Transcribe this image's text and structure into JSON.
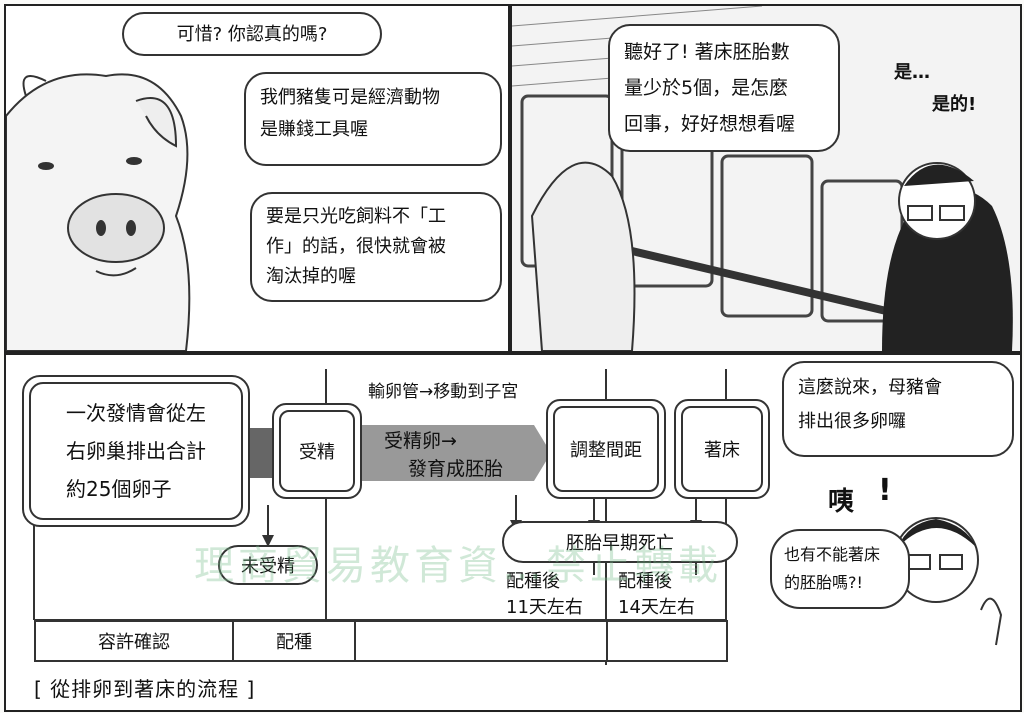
{
  "panel1": {
    "bubble_top": "可惜? 你認真的嗎?",
    "bubble_mid": [
      "我們豬隻可是經濟動物",
      "是賺錢工具喔"
    ],
    "bubble_low": [
      "要是只光吃飼料不「工",
      "作」的話，很快就會被",
      "淘汰掉的喔"
    ]
  },
  "panel2": {
    "bubble": [
      "聽好了! 著床胚胎數",
      "量少於5個，是怎麼",
      "回事，好好想想看喔"
    ],
    "reply_1": "是…",
    "reply_2": "是的!"
  },
  "flow": {
    "top_label": "輸卵管→移動到子宮",
    "start_box": [
      "一次發情會從左",
      "右卵巢排出合計",
      "約25個卵子"
    ],
    "fertilize": "受精",
    "unfertilized": "未受精",
    "embryo_step": [
      "受精卵→",
      "發育成胚胎"
    ],
    "spacing": "調整間距",
    "implant": "著床",
    "early_death": "胚胎早期死亡",
    "day11": [
      "配種後",
      "11天左右"
    ],
    "day14": [
      "配種後",
      "14天左右"
    ],
    "row_confirm": "容許確認",
    "row_mating": "配種",
    "caption": "[ 從排卵到著床的流程 ]"
  },
  "panel3": {
    "bubble_top": [
      "這麼說來，母豬會",
      "排出很多卵囉"
    ],
    "exclaim": "咦",
    "exclaim_mark": "!",
    "bubble_low": [
      "也有不能著床",
      "的胚胎嗎?!"
    ]
  },
  "watermark": "理商貿易教育資…禁止轉載"
}
